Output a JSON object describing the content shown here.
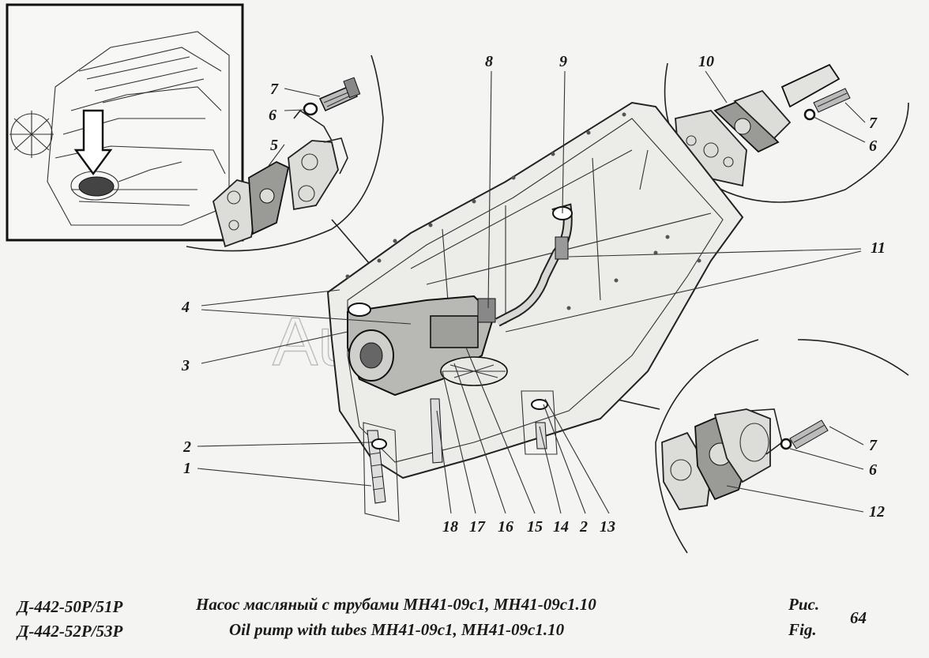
{
  "callouts": [
    {
      "id": "c1",
      "text": "1"
    },
    {
      "id": "c2a",
      "text": "2"
    },
    {
      "id": "c3",
      "text": "3"
    },
    {
      "id": "c4",
      "text": "4"
    },
    {
      "id": "c5",
      "text": "5"
    },
    {
      "id": "c6a",
      "text": "6"
    },
    {
      "id": "c7a",
      "text": "7"
    },
    {
      "id": "c8",
      "text": "8"
    },
    {
      "id": "c9",
      "text": "9"
    },
    {
      "id": "c10",
      "text": "10"
    },
    {
      "id": "c7b",
      "text": "7"
    },
    {
      "id": "c6b",
      "text": "6"
    },
    {
      "id": "c11",
      "text": "11"
    },
    {
      "id": "c7c",
      "text": "7"
    },
    {
      "id": "c6c",
      "text": "6"
    },
    {
      "id": "c12",
      "text": "12"
    },
    {
      "id": "c18",
      "text": "18"
    },
    {
      "id": "c17",
      "text": "17"
    },
    {
      "id": "c16",
      "text": "16"
    },
    {
      "id": "c15",
      "text": "15"
    },
    {
      "id": "c14",
      "text": "14"
    },
    {
      "id": "c2b",
      "text": "2"
    },
    {
      "id": "c13",
      "text": "13"
    }
  ],
  "watermark": "AutoSoft",
  "caption": {
    "model_line1": "Д-442-50Р/51Р",
    "model_line2": "Д-442-52Р/53Р",
    "title_ru": "Насос масляный с трубами МН41-09с1, МН41-09с1.10",
    "title_en": "Oil pump with tubes МН41-09с1, МН41-09с1.10",
    "fig_ru": "Рис.",
    "fig_en": "Fig.",
    "fig_number": "64"
  }
}
